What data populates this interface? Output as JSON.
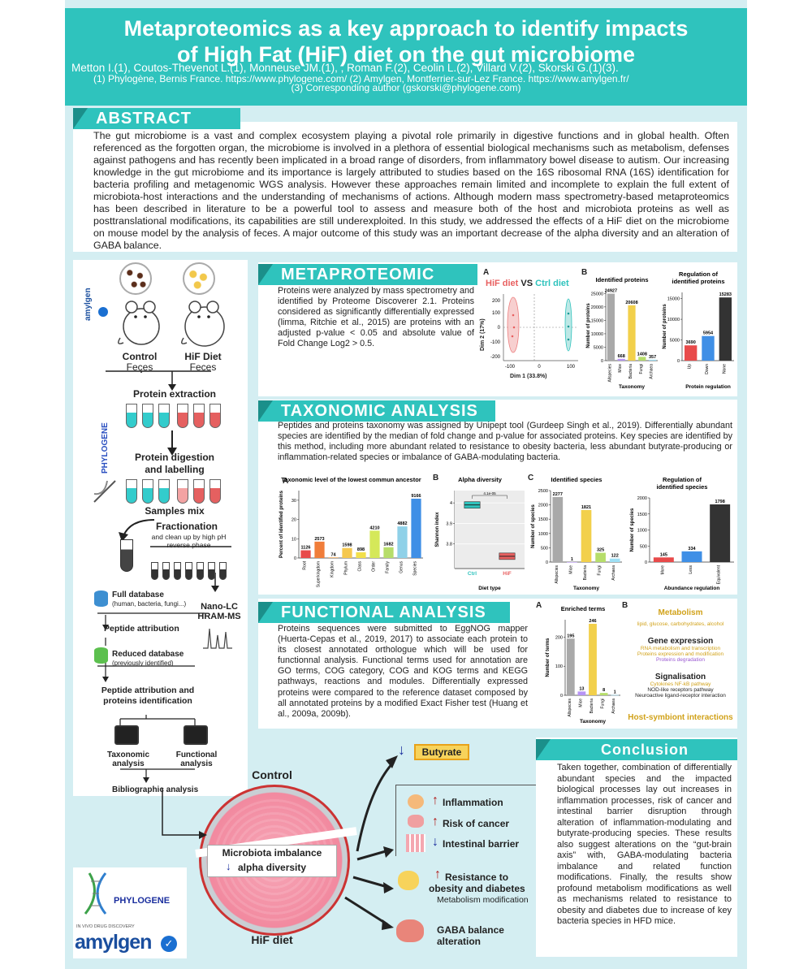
{
  "header": {
    "title_line1": "Metaproteomics as a key approach to identify impacts",
    "title_line2": "of High Fat (HiF) diet on the gut microbiome",
    "authors": "Metton I.(1), Coutos-Thevenot L.(1), Monneuse JM.(1), , Roman F.(2), Ceolin L.(2), Villard V.(2), Skorski G.(1)(3).",
    "affil1": "(1) Phylogène, Bernis France. https://www.phylogene.com/ (2) Amylgen, Montferrier-sur-Lez France. https://www.amylgen.fr/",
    "affil2": "(3) Corresponding author (gskorski@phylogene.com)"
  },
  "abstract": {
    "title": "ABSTRACT",
    "text": "The gut microbiome is a vast and complex ecosystem playing a pivotal role primarily in digestive functions and in global health. Often referenced as the forgotten organ, the microbiome is involved in a plethora of essential biological mechanisms such as metabolism, defenses against pathogens and has recently been implicated in a broad range of disorders, from inflammatory bowel disease to autism. Our increasing knowledge in the gut microbiome and its importance is largely attributed to studies based on the 16S ribosomal RNA (16S) identification for bacteria profiling and metagenomic WGS analysis. However these approaches remain limited and incomplete to explain the full extent of microbiota-host interactions and the understanding of mechanisms of actions. Although modern mass spectrometry-based metaproteomics has been described in literature to be a powerful tool to assess and measure both of the host and microbiota proteins as well as posttranslational modifications, its capabilities are still underexploited. In this study, we addressed the effects of a HiF diet on the microbiome on mouse model by the analysis of feces. A major outcome of this study was an important decrease of the alpha diversity and an alteration of GABA balance."
  },
  "workflow": {
    "control": "Control",
    "control_sub": "Feces",
    "hif": "HiF Diet",
    "hif_sub": "Feces",
    "amylgen_small": "amylgen",
    "phylogene_vertical": "PHYLOGENE",
    "step1": "Protein extraction",
    "step2a": "Protein digestion",
    "step2b": "and labelling",
    "step3": "Samples mix",
    "step4": "Fractionation",
    "step4_sub": "and clean up by high pH reverse phase",
    "full_db": "Full database",
    "full_db_sub": "(human, bacteria, fungi...)",
    "nanolc": "Nano-LC HRAM-MS",
    "peptide_attr": "Peptide attribution",
    "reduced_db": "Reduced database",
    "reduced_db_sub": "(previously identified)",
    "peptide_id": "Peptide attribution and proteins identification",
    "taxo": "Taxonomic analysis",
    "func": "Functional analysis",
    "biblio": "Bibliographic analysis"
  },
  "metaproteomic": {
    "title": "METAPROTEOMIC",
    "text": "Proteins were analyzed by mass spectrometry and identified by Proteome Discoverer 2.1. Proteins considered as significantly differentially expressed (limma, Ritchie et al., 2015) are proteins with an adjusted p-value < 0.05 and absolute value of Fold Change Log2 > 0.5.",
    "panelA": "A",
    "panelB": "B",
    "pca_hif": "HiF diet",
    "pca_vs": "VS",
    "pca_ctrl": "Ctrl diet",
    "pca_xlabel": "Dim 1 (33.8%)",
    "pca_ylabel": "Dim 2 (17%)"
  },
  "taxonomic": {
    "title": "TAXONOMIC ANALYSIS",
    "text": "Peptides and proteins taxonomy was assigned by Unipept tool (Gurdeep Singh et al., 2019). Differentially abundant species are identified by the median of fold change and p-value for associated proteins. Key species are identified by this method, including more abundant related to resistance to obesity bacteria, less abundant butyrate-producing or inflammation-related species or imbalance of GABA-modulating bacteria.",
    "panelA": "A",
    "panelB": "B",
    "panelC": "C"
  },
  "functional": {
    "title": "FUNCTIONAL ANALYSIS",
    "text": "Proteins sequences were submitted to EggNOG mapper (Huerta-Cepas et al., 2019, 2017) to associate each protein to its closest annotated orthologue which will be used for functionnal analysis. Functional terms used for annotation are GO terms, COG category, COG and KOG terms and KEGG pathways, reactions and modules. Differentially expressed proteins were compared to the reference dataset composed by all annotated proteins by a modified Exact Fisher test (Huang et al., 2009a, 2009b).",
    "panelA": "A",
    "panelB": "B",
    "metabolism": "Metabolism",
    "metabolism_sub": "lipid, glucose, carbohydrates, alcohol",
    "gene_expr": "Gene expression",
    "gene_expr_1": "RNA metabolism and transcription",
    "gene_expr_2": "Proteins expression and modification",
    "gene_expr_3": "Proteins degradation",
    "signal": "Signalisation",
    "signal_1a": "Cytokines",
    "signal_1b": "NF-kB pathway",
    "signal_2": "NOD-like receptors pathway",
    "signal_3": "Neuroactive ligand-receptor interaction",
    "host": "Host-symbiont interactions"
  },
  "summary": {
    "control": "Control",
    "hif": "HiF diet",
    "imbalance": "Microbiota imbalance",
    "alpha": "alpha diversity",
    "butyrate": "Butyrate",
    "inflammation": "Inflammation",
    "cancer": "Risk of cancer",
    "barrier": "Intestinal barrier",
    "obesity1": "Resistance to",
    "obesity2": "obesity and diabetes",
    "metab_mod": "Metabolism modification",
    "gaba1": "GABA balance",
    "gaba2": "alteration"
  },
  "conclusion": {
    "title": "Conclusion",
    "text": "Taken together, combination of differentially abundant species and the impacted biological processes lay out increases in inflammation processes, risk of cancer and intestinal barrier disruption through alteration of inflammation-modulating and butyrate-producing species. These results also suggest alterations on the “gut-brain axis” with, GABA-modulating bacteria imbalance and related function modifications. Finally, the results show profound metabolism modifications as well as mechanisms related to resistance to obesity and diabetes due to increase of key bacteria species in HFD mice."
  },
  "logos": {
    "phylogene": "PHYLOGENE",
    "amylgen_tag": "IN VIVO DRUG DISCOVERY",
    "amylgen": "amylgen"
  },
  "chart_data": [
    {
      "id": "identified_proteins",
      "type": "bar",
      "title": "Identified proteins",
      "ylabel": "Number of proteins",
      "xlabel": "Taxonomy",
      "categories": [
        "Allspecies",
        "Mice",
        "Bacteria",
        "Fungi",
        "Archaea"
      ],
      "values": [
        24927,
        668,
        20608,
        1408,
        357
      ],
      "ylim": [
        0,
        26000
      ],
      "yticks": [
        0,
        5000,
        10000,
        15000,
        20000,
        25000
      ],
      "colors": [
        "#a9a9a9",
        "#b794f6",
        "#f2d04b",
        "#b6dd6a",
        "#9ee0f5"
      ]
    },
    {
      "id": "regulation_proteins",
      "type": "bar",
      "title": "Regulation of identified proteins",
      "ylabel": "Number of proteins",
      "xlabel": "Protein regulation",
      "categories": [
        "Up",
        "Down",
        "None"
      ],
      "values": [
        3690,
        5954,
        15283
      ],
      "ylim": [
        0,
        16500
      ],
      "yticks": [
        0,
        5000,
        10000,
        15000
      ],
      "colors": [
        "#e84a4a",
        "#3f8fe6",
        "#333333"
      ]
    },
    {
      "id": "taxonomic_level",
      "type": "bar",
      "title": "Taxonomic level of the lowest commun ancestor",
      "ylabel": "Percent of identified proteins",
      "xlabel": "",
      "categories": [
        "Root",
        "Superkingdom",
        "Kingdom",
        "Phylum",
        "Class",
        "Order",
        "Family",
        "Genus",
        "Species"
      ],
      "values": [
        4,
        8.5,
        0.3,
        5.2,
        3,
        14.2,
        5.6,
        16.4,
        30.8
      ],
      "labels": [
        "1126",
        "2573",
        "74",
        "1598",
        "898",
        "4210",
        "1682",
        "4882",
        "9166"
      ],
      "ylim": [
        0,
        35
      ],
      "yticks": [
        0,
        10,
        20,
        30
      ],
      "colors": [
        "#e84a4a",
        "#f07d3a",
        "#f2a34b",
        "#f5c84f",
        "#f2e04b",
        "#d5e85a",
        "#b6dd6a",
        "#8fd1e8",
        "#3f8fe6"
      ]
    },
    {
      "id": "alpha_diversity",
      "type": "box",
      "title": "Alpha diversity",
      "ylabel": "Shannon index",
      "xlabel": "Diet type",
      "categories": [
        "Ctrl",
        "HiF"
      ],
      "medians": [
        3.99,
        3.74
      ],
      "ylim": [
        3.68,
        4.06
      ],
      "yticks": [
        3.8,
        3.9,
        4.0
      ],
      "annotation": "4.1e-05",
      "colors": [
        "#2fc3bd",
        "#e86060"
      ]
    },
    {
      "id": "identified_species",
      "type": "bar",
      "title": "Identified species",
      "ylabel": "Number of species",
      "xlabel": "Taxonomy",
      "categories": [
        "Allspecies",
        "Mice",
        "Bacteria",
        "Fungi",
        "Archaea"
      ],
      "values": [
        2277,
        1,
        1821,
        325,
        122
      ],
      "ylim": [
        0,
        2500
      ],
      "yticks": [
        0,
        500,
        1000,
        1500,
        2000,
        2500
      ],
      "colors": [
        "#a9a9a9",
        "#b794f6",
        "#f2d04b",
        "#b6dd6a",
        "#9ee0f5"
      ]
    },
    {
      "id": "regulation_species",
      "type": "bar",
      "title": "Regulation of identified species",
      "ylabel": "Number of species",
      "xlabel": "Abundance regulation",
      "categories": [
        "More",
        "Less",
        "Equivalent"
      ],
      "values": [
        145,
        334,
        1798
      ],
      "ylim": [
        0,
        2000
      ],
      "yticks": [
        0,
        500,
        1000,
        1500,
        2000
      ],
      "colors": [
        "#e84a4a",
        "#3f8fe6",
        "#333333"
      ]
    },
    {
      "id": "enriched_terms",
      "type": "bar",
      "title": "Enriched terms",
      "ylabel": "Number of terms",
      "xlabel": "Taxonomy",
      "categories": [
        "Allspecies",
        "Mice",
        "Bacteria",
        "Fungi",
        "Archaea"
      ],
      "values": [
        195,
        13,
        246,
        8,
        1
      ],
      "ylim": [
        0,
        260
      ],
      "yticks": [
        0,
        100,
        200
      ],
      "colors": [
        "#a9a9a9",
        "#b794f6",
        "#f2d04b",
        "#b6dd6a",
        "#9ee0f5"
      ]
    }
  ]
}
